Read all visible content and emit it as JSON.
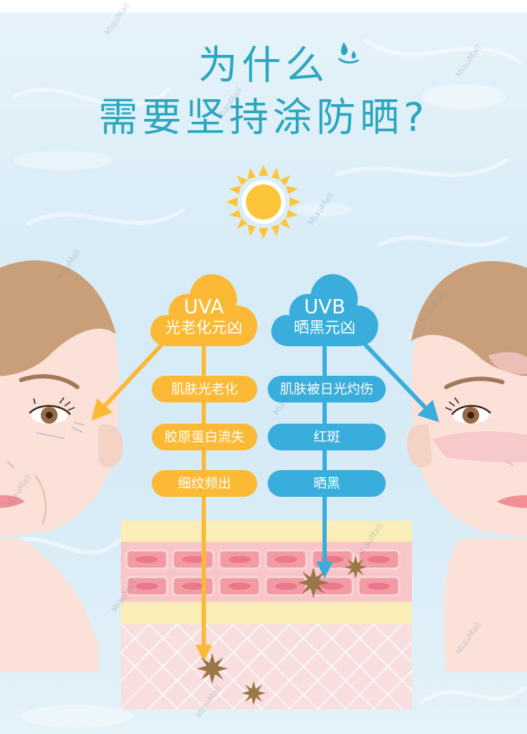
{
  "title": {
    "line1": "为什么",
    "line2": "需要坚持涂防晒?"
  },
  "uva": {
    "label": "UVA",
    "sub": "光老化元凶",
    "effects": [
      "肌肤光老化",
      "胶原蛋白流失",
      "细纹频出"
    ],
    "color": "#fcb935"
  },
  "uvb": {
    "label": "UVB",
    "sub": "晒黑元凶",
    "effects": [
      "肌肤被日光灼伤",
      "红斑",
      "晒黑"
    ],
    "color": "#39addb"
  },
  "watermark": "MiauMall",
  "icons": {
    "sun": "sun-icon",
    "drop": "water-drop-icon",
    "damage": "damage-burst-icon"
  },
  "colors": {
    "title": "#2aa7bf",
    "sun": "#fdc53a",
    "skin_layer_yellow": "#fbedb8",
    "skin_layer_pink": "#f7cdd0"
  }
}
